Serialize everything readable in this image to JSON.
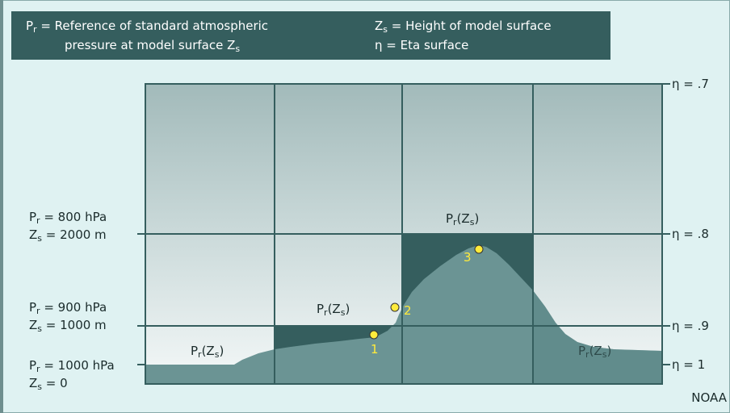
{
  "header": {
    "pr_symbol": "P",
    "pr_sub": "r",
    "pr_def_line1": " = Reference of standard atmospheric",
    "pr_def_line2": "pressure at model surface Z",
    "pr_def_line2_sub": "s",
    "zs_symbol": "Z",
    "zs_sub": "s",
    "zs_def": " = Height of model surface",
    "eta_symbol": "η",
    "eta_def": " = Eta surface"
  },
  "left_labels": [
    {
      "p": "P",
      "p_sub": "r",
      "p_text": " = 800 hPa",
      "z": "Z",
      "z_sub": "s",
      "z_text": " = 2000 m"
    },
    {
      "p": "P",
      "p_sub": "r",
      "p_text": " = 900 hPa",
      "z": "Z",
      "z_sub": "s",
      "z_text": " = 1000 m"
    },
    {
      "p": "P",
      "p_sub": "r",
      "p_text": " = 1000 hPa",
      "z": "Z",
      "z_sub": "s",
      "z_text": " = 0"
    }
  ],
  "eta_labels": [
    "η = .7",
    "η = .8",
    "η = .9",
    "η = 1"
  ],
  "box_labels": {
    "p": "P",
    "p_sub": "r",
    "open": "(Z",
    "z_sub": "s",
    "close": ")"
  },
  "points": [
    "1",
    "2",
    "3"
  ],
  "credit": "NOAA",
  "colors": {
    "frame": "#dff2f2",
    "header": "#355e5e",
    "terrain": "#6b9494",
    "step_fill": "#355e5e",
    "point": "#ffeb3b",
    "grid": "#355e5e"
  }
}
